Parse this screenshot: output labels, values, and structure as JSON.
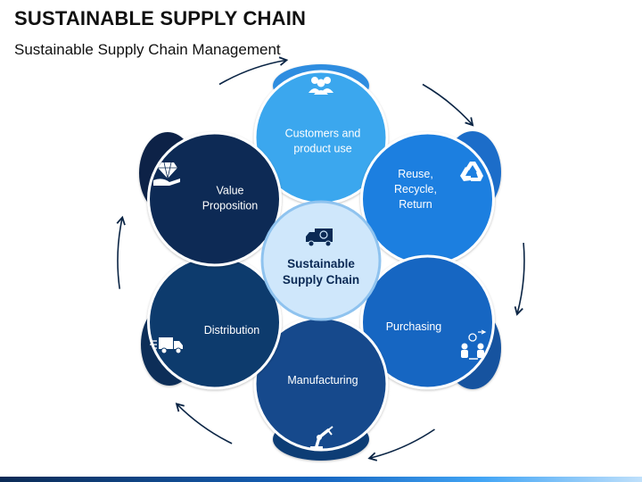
{
  "title": "SUSTAINABLE SUPPLY CHAIN",
  "subtitle": "Sustainable Supply Chain Management",
  "center": {
    "lines": [
      "Sustainable",
      "Supply Chain"
    ],
    "icon": "truck-recycle-icon"
  },
  "segments": [
    {
      "id": "customers",
      "lines": [
        "Customers and",
        "product use"
      ],
      "icon": "people-icon",
      "color": "#3aa7ee",
      "tab_color": "#2f8de0"
    },
    {
      "id": "reuse",
      "lines": [
        "Reuse,",
        "Recycle,",
        "Return"
      ],
      "icon": "recycle-icon",
      "color": "#1e7fe0",
      "tab_color": "#1a6dc9"
    },
    {
      "id": "purchasing",
      "lines": [
        "Purchasing"
      ],
      "icon": "purchasing-icon",
      "color": "#1766c2",
      "tab_color": "#13539f"
    },
    {
      "id": "manufacturing",
      "lines": [
        "Manufacturing"
      ],
      "icon": "robot-arm-icon",
      "color": "#134a8c",
      "tab_color": "#0f3d75"
    },
    {
      "id": "distribution",
      "lines": [
        "Distribution"
      ],
      "icon": "delivery-truck-icon",
      "color": "#0f3a6d",
      "tab_color": "#0c2f59"
    },
    {
      "id": "value",
      "lines": [
        "Value",
        "Proposition"
      ],
      "icon": "diamond-hand-icon",
      "color": "#0c2c55",
      "tab_color": "#0a2447"
    }
  ],
  "colors": {
    "center_fill": "#cfe7fb",
    "center_stroke": "#8fc3ef",
    "arrow": "#0b2545",
    "text_dark": "#0b2a55"
  }
}
